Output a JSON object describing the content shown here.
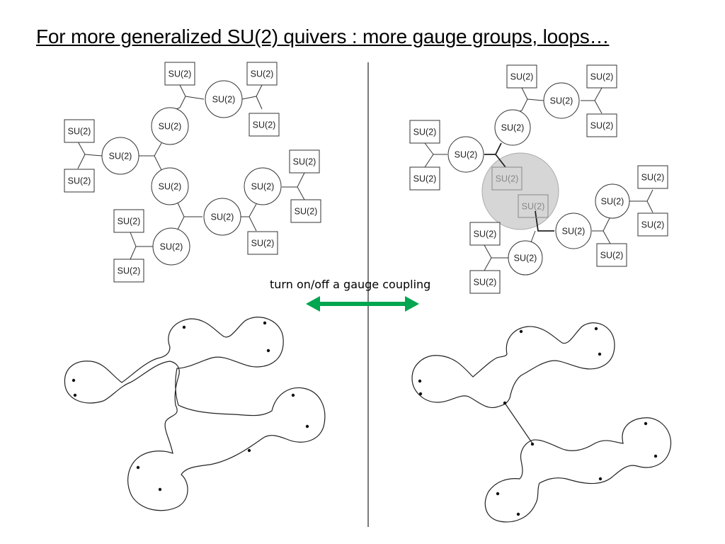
{
  "title": "For more generalized SU(2) quivers : more gauge groups, loops…",
  "node_label": "SU(2)",
  "caption": "turn on/off a gauge coupling",
  "colors": {
    "arrow": "#00a650",
    "highlight_fill": "#c8c8c8",
    "divider": "#333333",
    "ink": "#222222"
  }
}
